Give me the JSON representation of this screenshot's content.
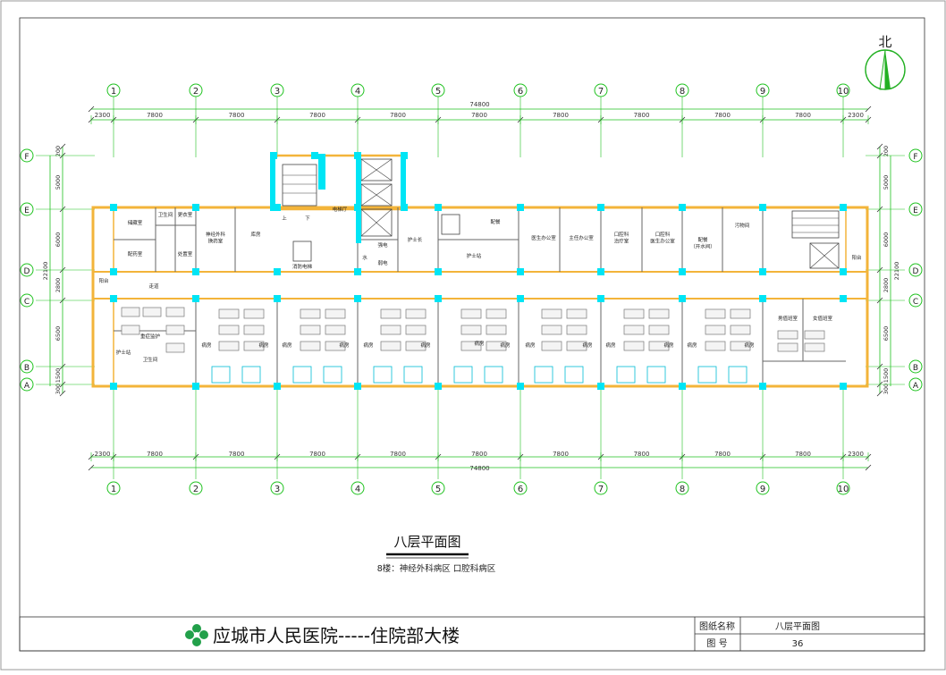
{
  "drawing": {
    "title": "八层平面图",
    "subtitle": "8楼：神经外科病区 口腔科病区",
    "north_label": "北"
  },
  "grid_axes": {
    "columns": [
      "1",
      "2",
      "3",
      "4",
      "5",
      "6",
      "7",
      "8",
      "9",
      "10"
    ],
    "rows": [
      "F",
      "E",
      "D",
      "C",
      "B",
      "A"
    ]
  },
  "dimensions": {
    "total": "74800",
    "spans": [
      "2300",
      "7800",
      "7800",
      "7800",
      "7800",
      "7800",
      "7800",
      "7800",
      "7800",
      "7800",
      "2300"
    ],
    "left_vertical": [
      "200",
      "5000",
      "6000",
      "2800",
      "6500",
      "1500",
      "300"
    ],
    "left_total": "22100",
    "right_vertical": [
      "200",
      "5000",
      "6000",
      "2800",
      "6500",
      "1500",
      "300"
    ],
    "right_total": "22100"
  },
  "rooms": {
    "north": [
      {
        "label": "储藏室"
      },
      {
        "label": "卫生间"
      },
      {
        "label": "更衣室"
      },
      {
        "label": "配药室"
      },
      {
        "label": "处置室"
      },
      {
        "label": "神经外科\n换药室"
      },
      {
        "label": "库房"
      },
      {
        "label": "电梯厅"
      },
      {
        "label": "上"
      },
      {
        "label": "下"
      },
      {
        "label": "消防电梯"
      },
      {
        "label": "强电"
      },
      {
        "label": "弱电"
      },
      {
        "label": "水"
      },
      {
        "label": "护士长"
      },
      {
        "label": "配餐"
      },
      {
        "label": "护士站"
      },
      {
        "label": "医生办公室"
      },
      {
        "label": "主任办公室"
      },
      {
        "label": "口腔科\n治疗室"
      },
      {
        "label": "口腔科\n医生办公室"
      },
      {
        "label": "配餐\n（开水间）"
      },
      {
        "label": "污物间"
      },
      {
        "label": "阳台"
      }
    ],
    "south": [
      {
        "label": "病房"
      },
      {
        "label": "重症监护"
      },
      {
        "label": "护士站"
      },
      {
        "label": "卫生间"
      },
      {
        "label": "男值班室"
      },
      {
        "label": "女值班室"
      }
    ],
    "corridor_label": "走道",
    "west_label": "阳台"
  },
  "title_block": {
    "org_title": "应城市人民医院-----住院部大楼",
    "drawing_name_label": "图纸名称",
    "drawing_name": "八层平面图",
    "drawing_no_label": "图    号",
    "drawing_no": "36"
  },
  "colors": {
    "wall": "#f3b43a",
    "column": "#00e5f5",
    "dim": "#1fc21f",
    "line": "#2b2b2b",
    "north_arrow": "#22b022"
  }
}
